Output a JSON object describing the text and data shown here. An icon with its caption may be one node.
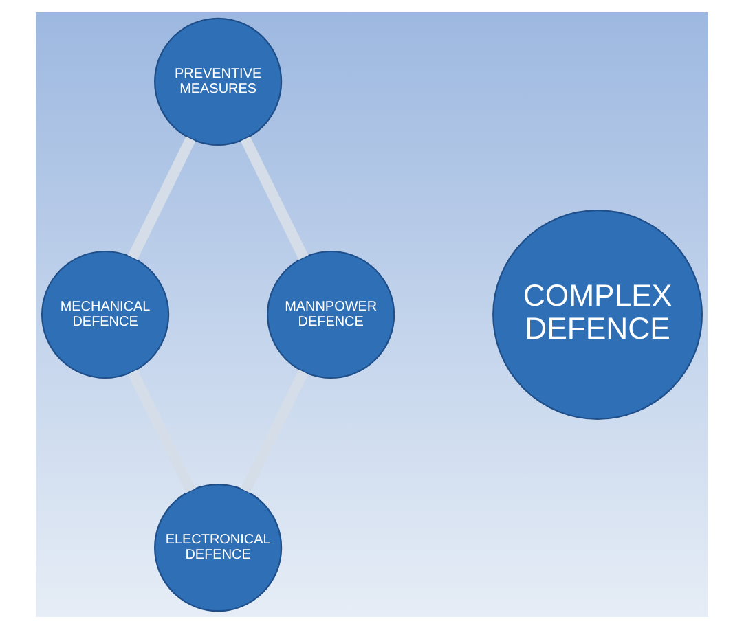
{
  "diagram": {
    "nodes": [
      {
        "text": [
          "PREVENTIVE MEASURES"
        ]
      },
      {
        "text": [
          "MANNPOWER DEFENCE"
        ]
      },
      {
        "text": [
          "COMPLEX DEFENCE"
        ]
      },
      {
        "text": [
          "MECHANICAL DEFENCE"
        ]
      },
      {
        "text": [
          "ELECTRONICAL DEFENCE"
        ]
      }
    ],
    "edges": [
      {
        "from": 0,
        "to": 3,
        "arrow": "none"
      },
      {
        "from": 3,
        "to": 4,
        "arrow": "none"
      },
      {
        "from": 4,
        "to": 1,
        "arrow": "none"
      },
      {
        "from": 1,
        "to": 0,
        "arrow": "none"
      }
    ]
  }
}
